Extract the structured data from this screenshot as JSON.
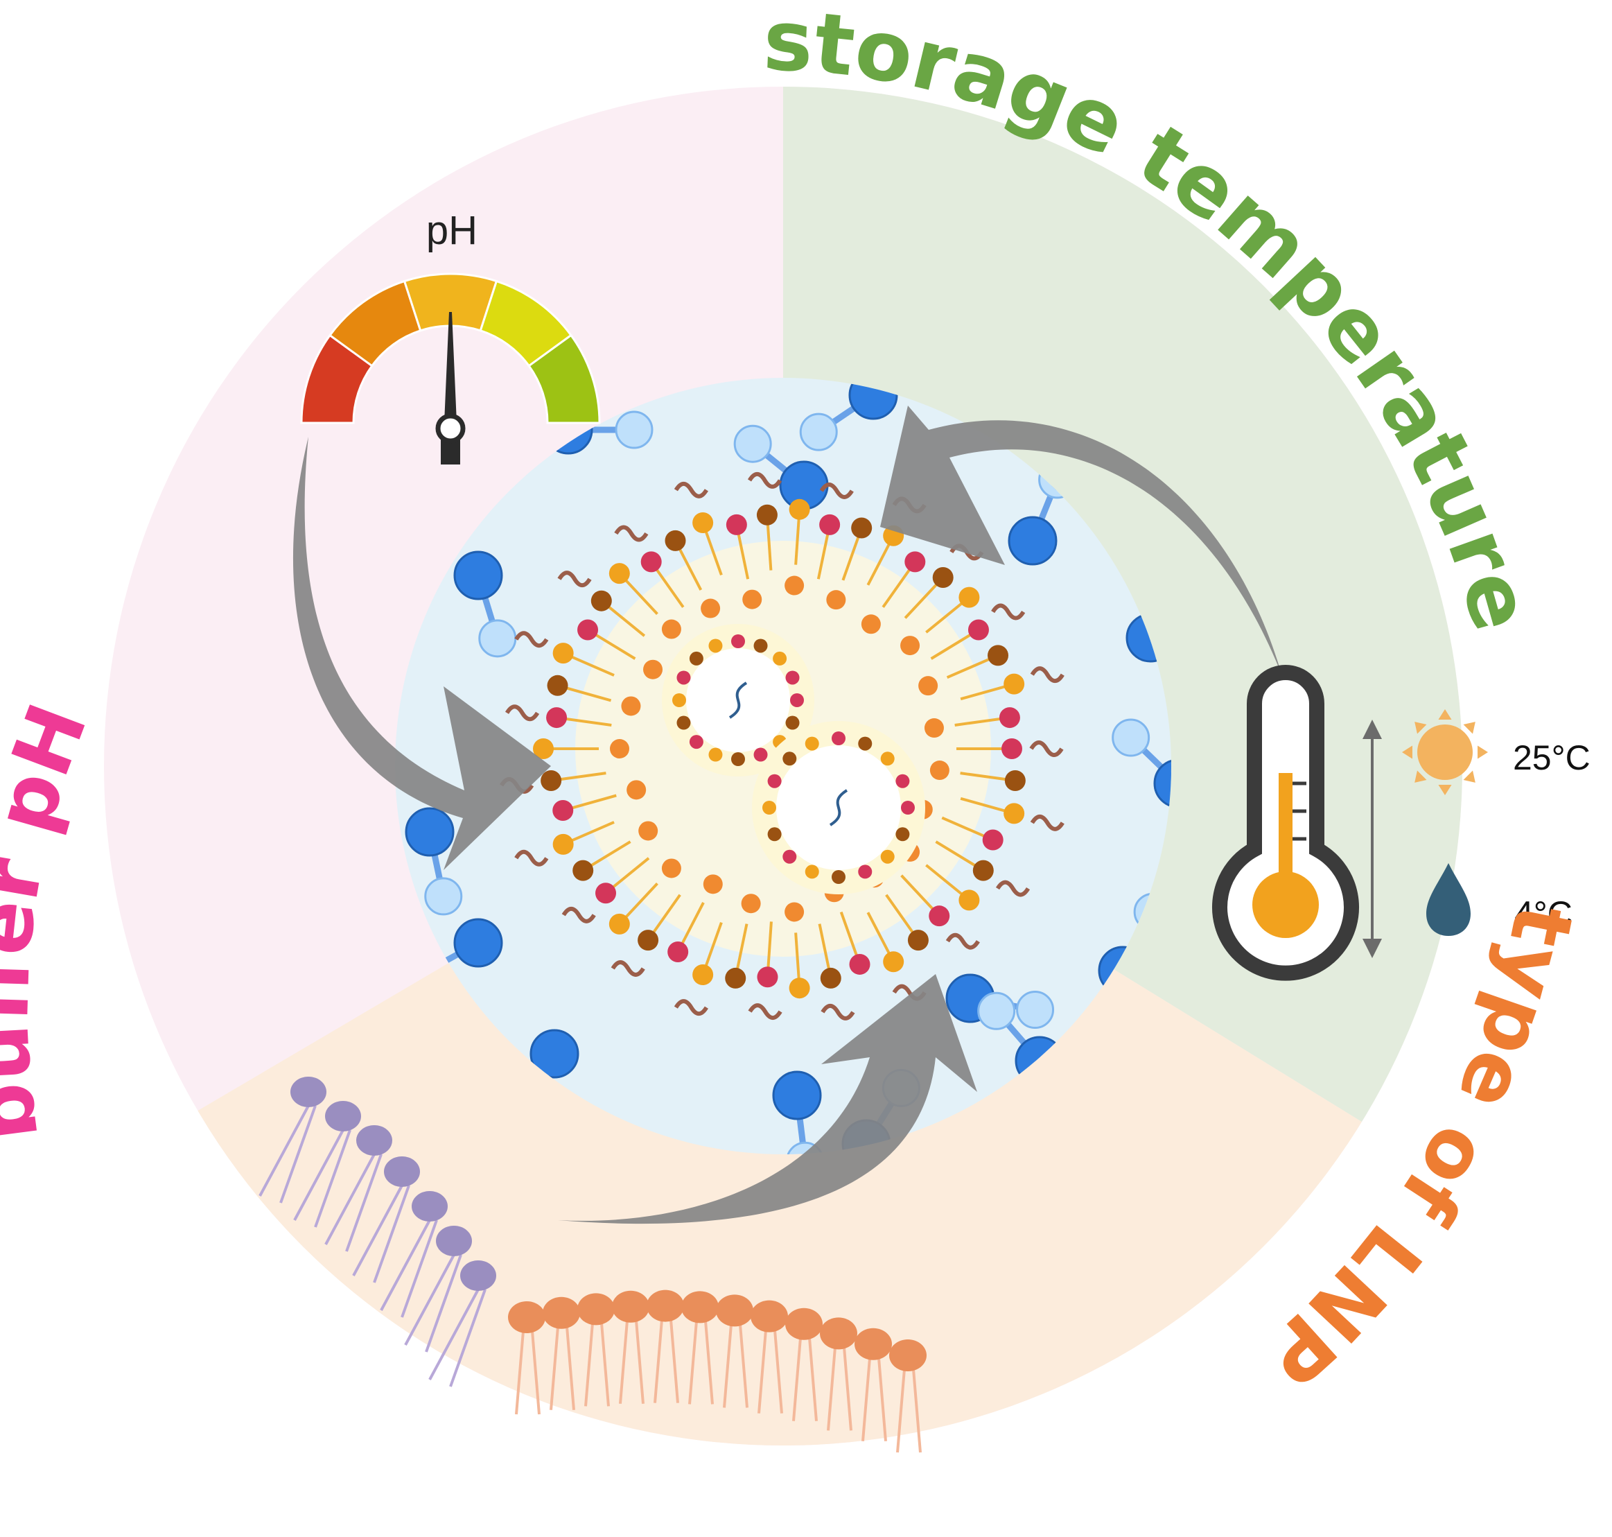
{
  "labels": {
    "storage_temperature": "storage temperature",
    "buffer_ph": "buffer pH",
    "type_of_lnp": "type of LNP",
    "ph_gauge": "pH",
    "temp_high": "25°C",
    "temp_low": "4°C"
  },
  "colors": {
    "storage_sector": "#e3ecdd",
    "buffer_sector": "#fbeef4",
    "lnp_sector": "#fcecdc",
    "storage_text": "#6aa644",
    "buffer_text": "#ee3a95",
    "lnp_text": "#ee7d32",
    "core_bg": "#e3f1f8",
    "arrow": "#858585",
    "water_o": "#2e7de0",
    "water_h": "#bfe0fb",
    "lipid_purple": "#9a8ec0",
    "lipid_orange": "#e98e5a",
    "thermo_fill": "#f2a21e",
    "sun": "#f3b35f",
    "drop": "#345f78"
  },
  "gauge_segments": [
    "#d63b22",
    "#e6880e",
    "#f0b41d",
    "#dcdb10",
    "#9dc214"
  ]
}
